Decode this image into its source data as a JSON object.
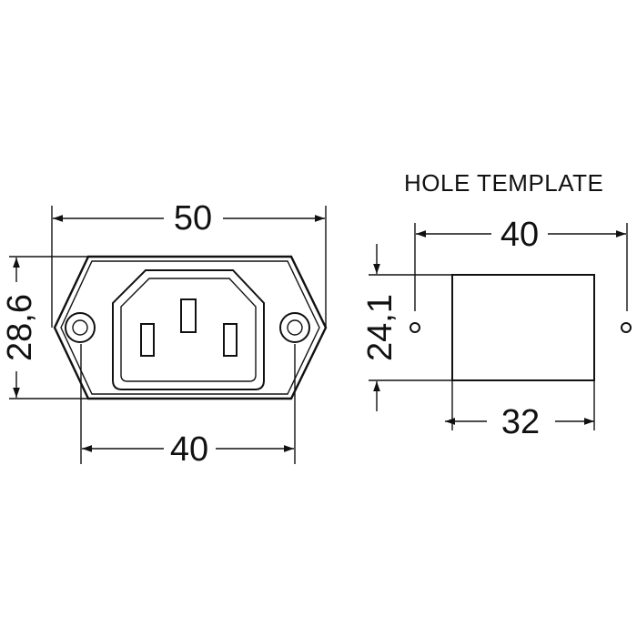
{
  "title": "HOLE TEMPLATE",
  "dimensions": {
    "overall_width": "50",
    "height": "28,6",
    "mount_spacing": "40",
    "template_spacing": "40",
    "cutout_height": "24,1",
    "cutout_width": "32"
  },
  "colors": {
    "ink": "#111111",
    "background": "#ffffff"
  }
}
